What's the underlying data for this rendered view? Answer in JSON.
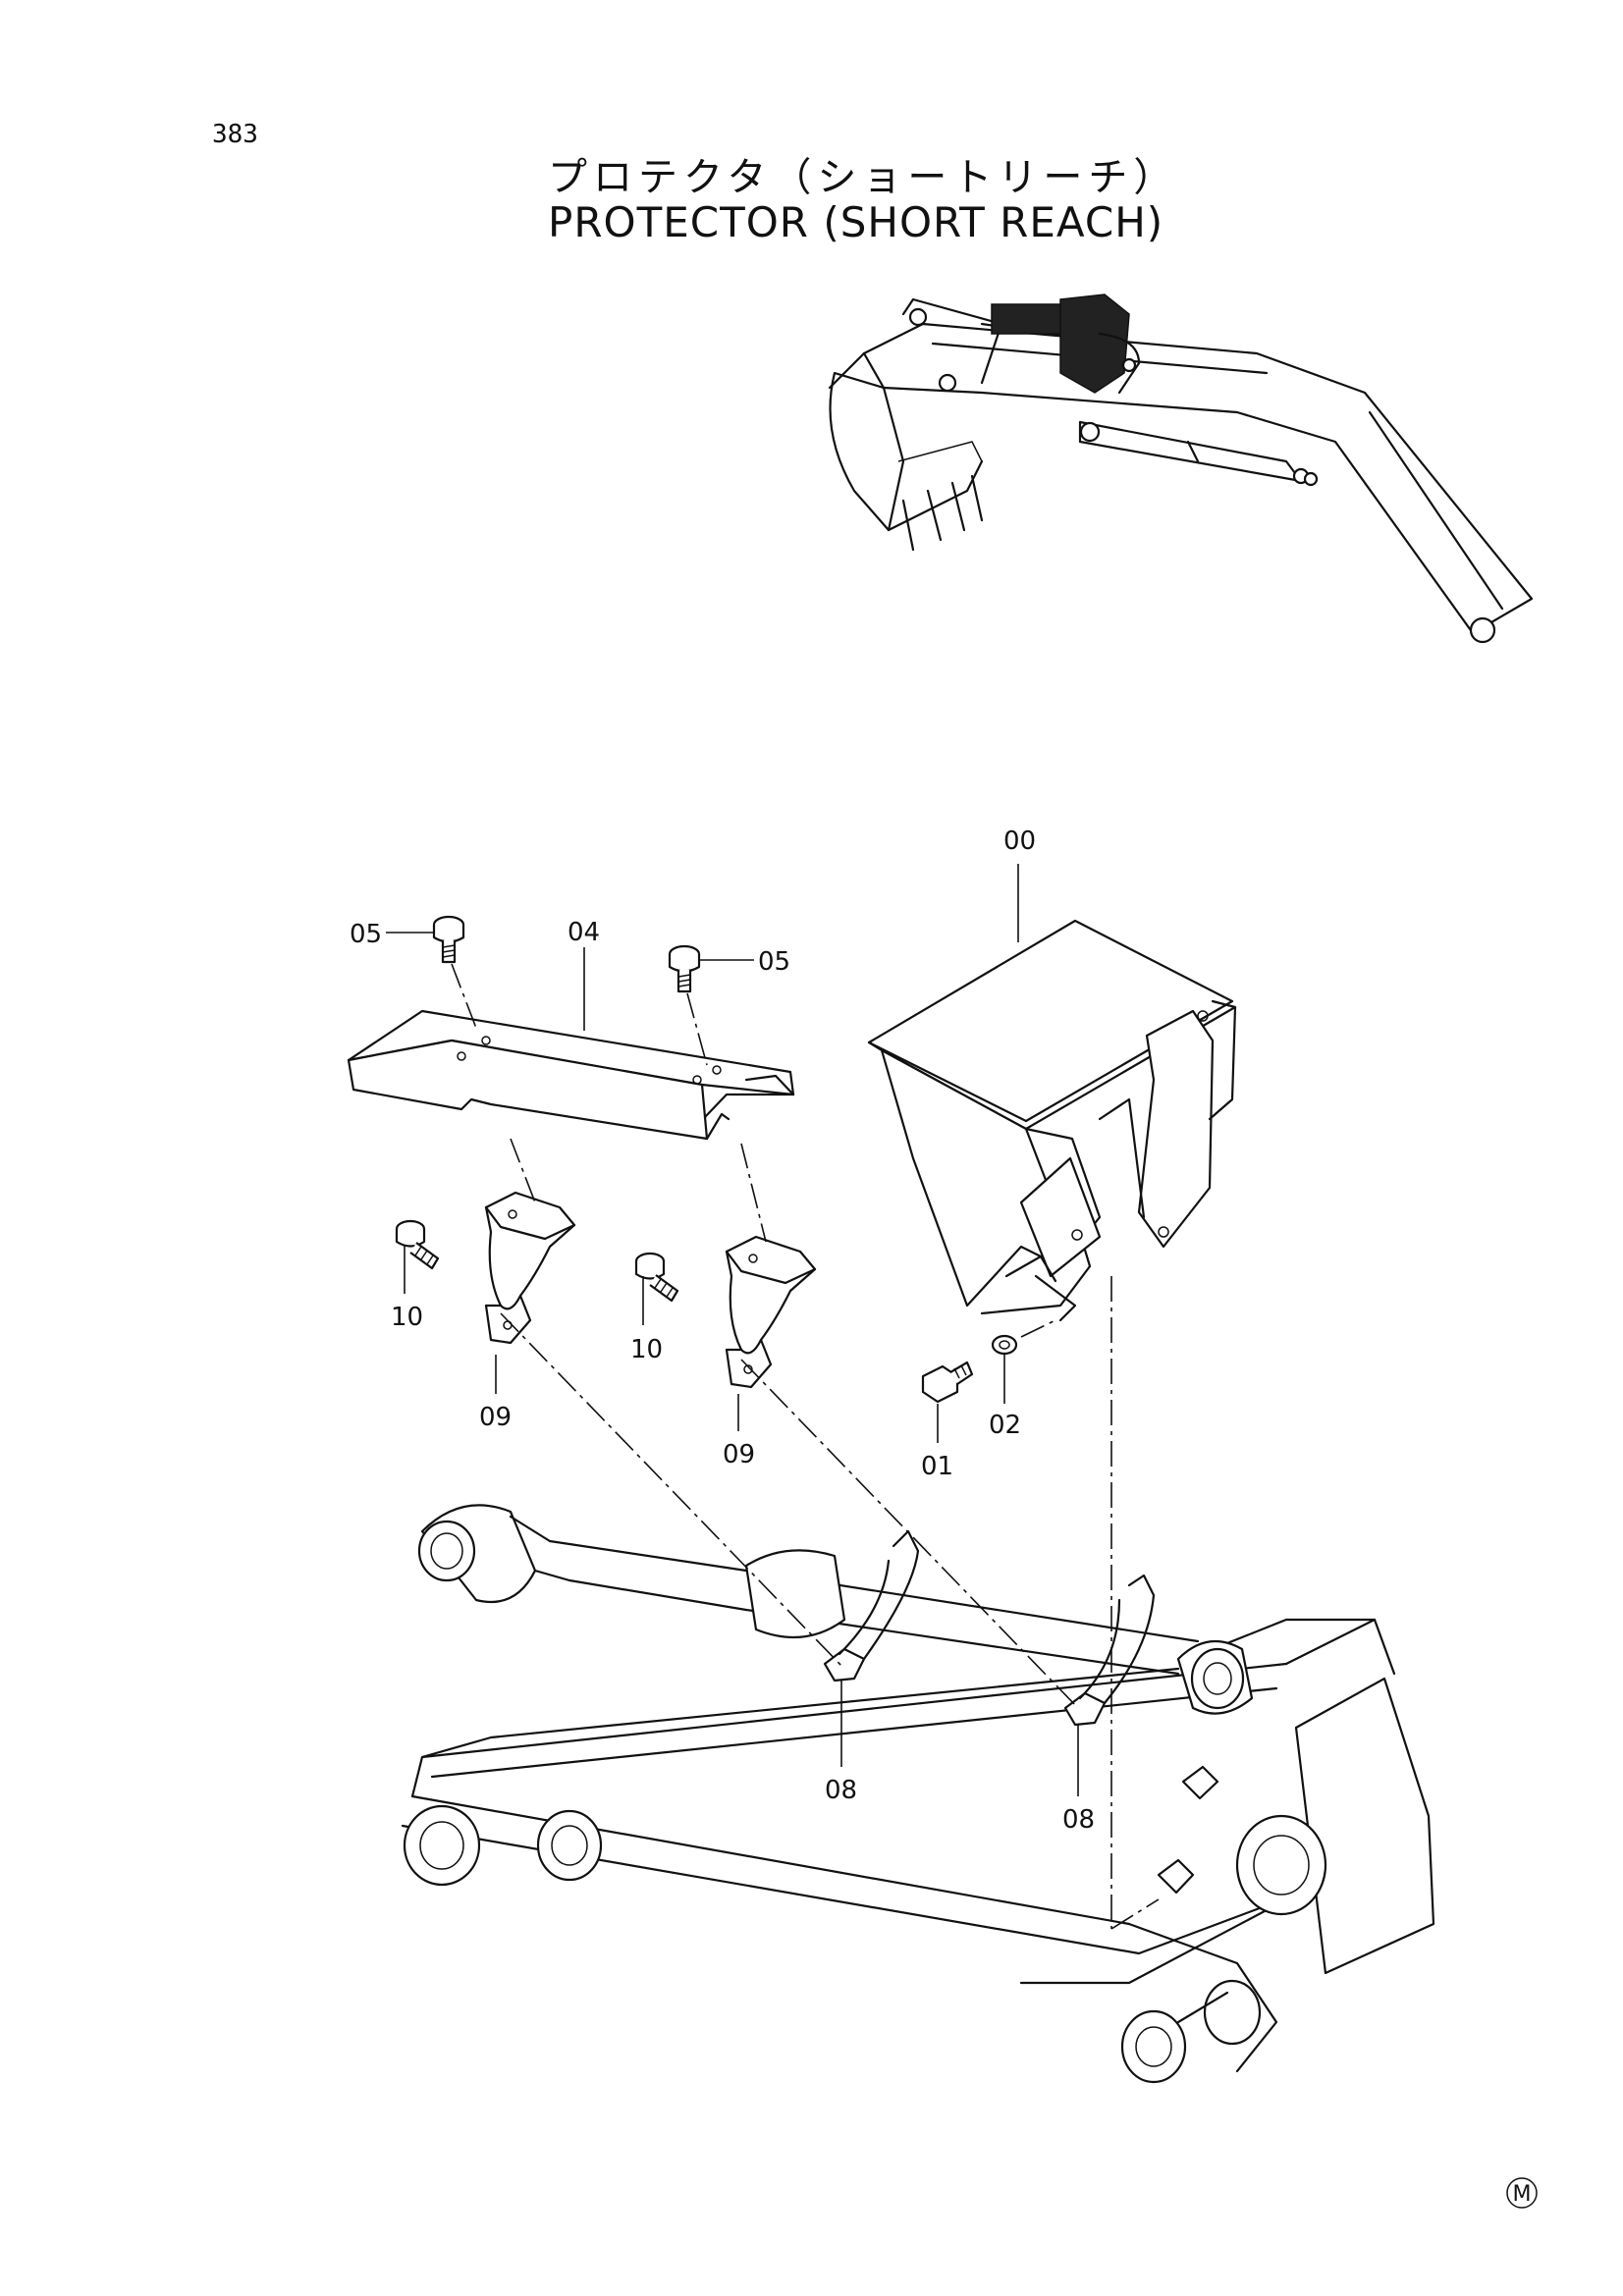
{
  "page_number": "383",
  "title_jp": "プロテクタ（ショートリーチ）",
  "title_en": "PROTECTOR (SHORT REACH)",
  "part_labels": {
    "p00": "00",
    "p01": "01",
    "p02": "02",
    "p04": "04",
    "p05a": "05",
    "p05b": "05",
    "p08a": "08",
    "p08b": "08",
    "p09a": "09",
    "p09b": "09",
    "p10a": "10",
    "p10b": "10"
  },
  "corner_mark": "M"
}
